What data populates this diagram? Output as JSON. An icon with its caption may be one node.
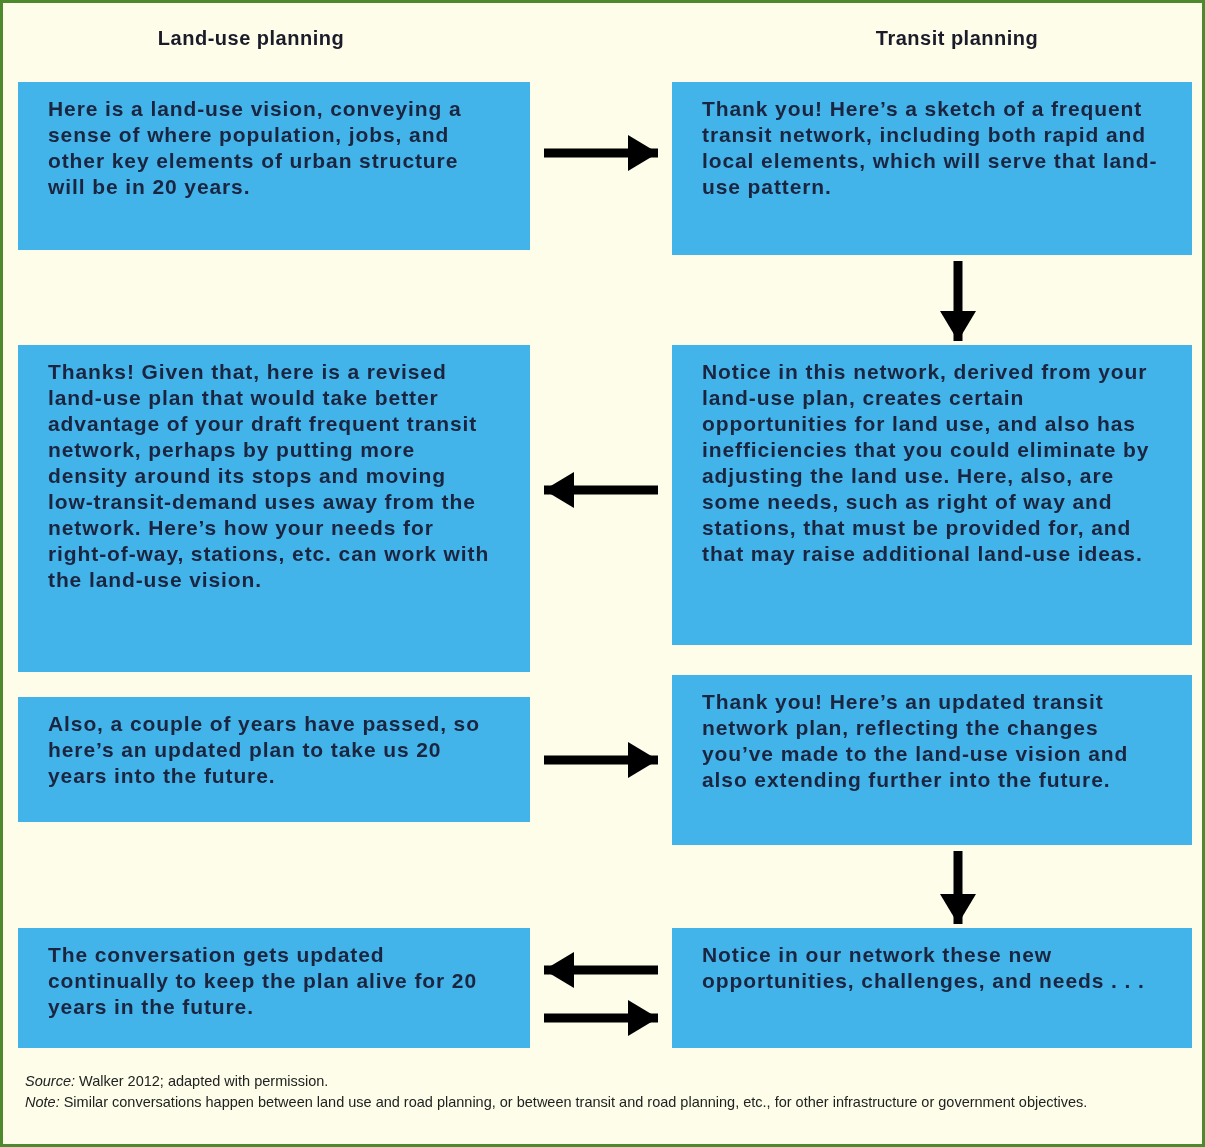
{
  "diagram": {
    "nodes": [
      {
        "text": [
          "Here is a land-use vision, conveying a sense of where population, jobs, and other key elements of urban structure will be in 20 years."
        ]
      },
      {
        "text": [
          "Thank you! Here’s a sketch of a frequent transit network, including both rapid and local elements, which will serve that land-use pattern."
        ]
      },
      {
        "text": [
          "Notice in this network, derived from your land-use plan, creates certain opportunities for land use, and also has inefficiencies that you could eliminate by adjusting the land use. Here, also, are some needs, such as right of way and stations, that must be provided for, and that may raise additional land-use ideas."
        ]
      },
      {
        "text": [
          "Thanks! Given that, here is a revised land-use plan that would take better advantage of your draft frequent transit network, perhaps by putting more density around its stops and moving low-transit-demand uses away from the network. Here’s how your needs for right-of-way, stations, etc. can work with the land-use vision."
        ]
      },
      {
        "text": [
          "Also, a couple of years have passed, so here’s an updated plan to take us 20 years into the future."
        ]
      },
      {
        "text": [
          "Thank you! Here’s an updated transit network plan, reflecting the changes you’ve made to the land-use vision and also extending further into the future."
        ]
      },
      {
        "text": [
          "Notice in our network these new opportunities, challenges, and needs . . ."
        ]
      },
      {
        "text": [
          "The conversation gets updated continually to keep the plan alive for 20 years in the future."
        ]
      }
    ],
    "edges": [
      {
        "from": 0,
        "to": 1,
        "arrow": "to"
      },
      {
        "from": 1,
        "to": 2,
        "arrow": "to"
      },
      {
        "from": 2,
        "to": 3,
        "arrow": "to"
      },
      {
        "from": 4,
        "to": 5,
        "arrow": "to"
      },
      {
        "from": 5,
        "to": 6,
        "arrow": "to"
      },
      {
        "from": 6,
        "to": 7,
        "arrow": "to"
      },
      {
        "from": 7,
        "to": 6,
        "arrow": "to"
      }
    ],
    "labels": [
      "Land-use planning",
      "Transit planning",
      "*Source:* Walker 2012; adapted with permission.",
      "*Note:* Similar conversations happen between land use and road planning, or between transit and road planning, etc., for other infrastructure or government objectives."
    ]
  }
}
